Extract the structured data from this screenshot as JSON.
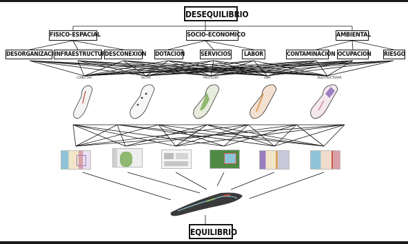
{
  "top": {
    "title": "DESEQUILIBRIO"
  },
  "bottom": {
    "title": "EQUILIBRIO"
  },
  "categories": [
    {
      "label": "FISICO-ESPACIAL",
      "subs": [
        "DESORGANIZACION",
        "INFRAESTRUCTURA",
        "DESCONEXION"
      ]
    },
    {
      "label": "SOCIO-ECONOMICO",
      "subs": [
        "DOTACION",
        "SERVICIOS",
        "LABOR"
      ]
    },
    {
      "label": "AMBIENTAL",
      "subs": [
        "CONTAMINACIÓN",
        "OCUPACION",
        "RIESGO"
      ]
    }
  ],
  "actions": [
    "CONECTAR",
    "DOTAR",
    "PROTEGER",
    "UNIR",
    "REESTRUCTURAR"
  ],
  "colors": {
    "line": "#111111",
    "water": "#8fc4d8",
    "green": "#8fb870",
    "pink": "#d9a0a8",
    "purple": "#9a7fc0",
    "orange": "#e0a060"
  }
}
